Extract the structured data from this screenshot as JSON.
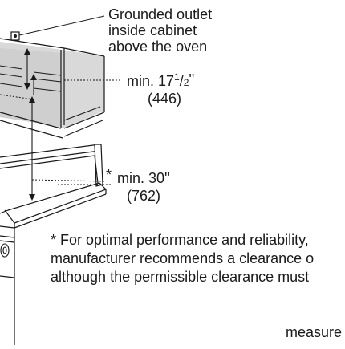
{
  "outlet_label": {
    "line1": "Grounded outlet",
    "line2": "inside cabinet",
    "line3": "above the oven"
  },
  "upper_clearance": {
    "prefix": "min. 17",
    "fraction_num": "1",
    "fraction_sep": "/",
    "fraction_den": "2",
    "unit": "''",
    "metric": "(446)"
  },
  "lower_clearance": {
    "star": "*",
    "text": "min. 30''",
    "metric": "(762)"
  },
  "footnote": {
    "line1": "* For optimal performance and reliability,",
    "line2": "manufacturer recommends a clearance o",
    "line3": "although the permissible clearance must"
  },
  "bottom_text": "measure",
  "colors": {
    "line": "#1a1a1a",
    "cabinet_fill": "#d9d9d9",
    "text": "#1a1a1a"
  }
}
